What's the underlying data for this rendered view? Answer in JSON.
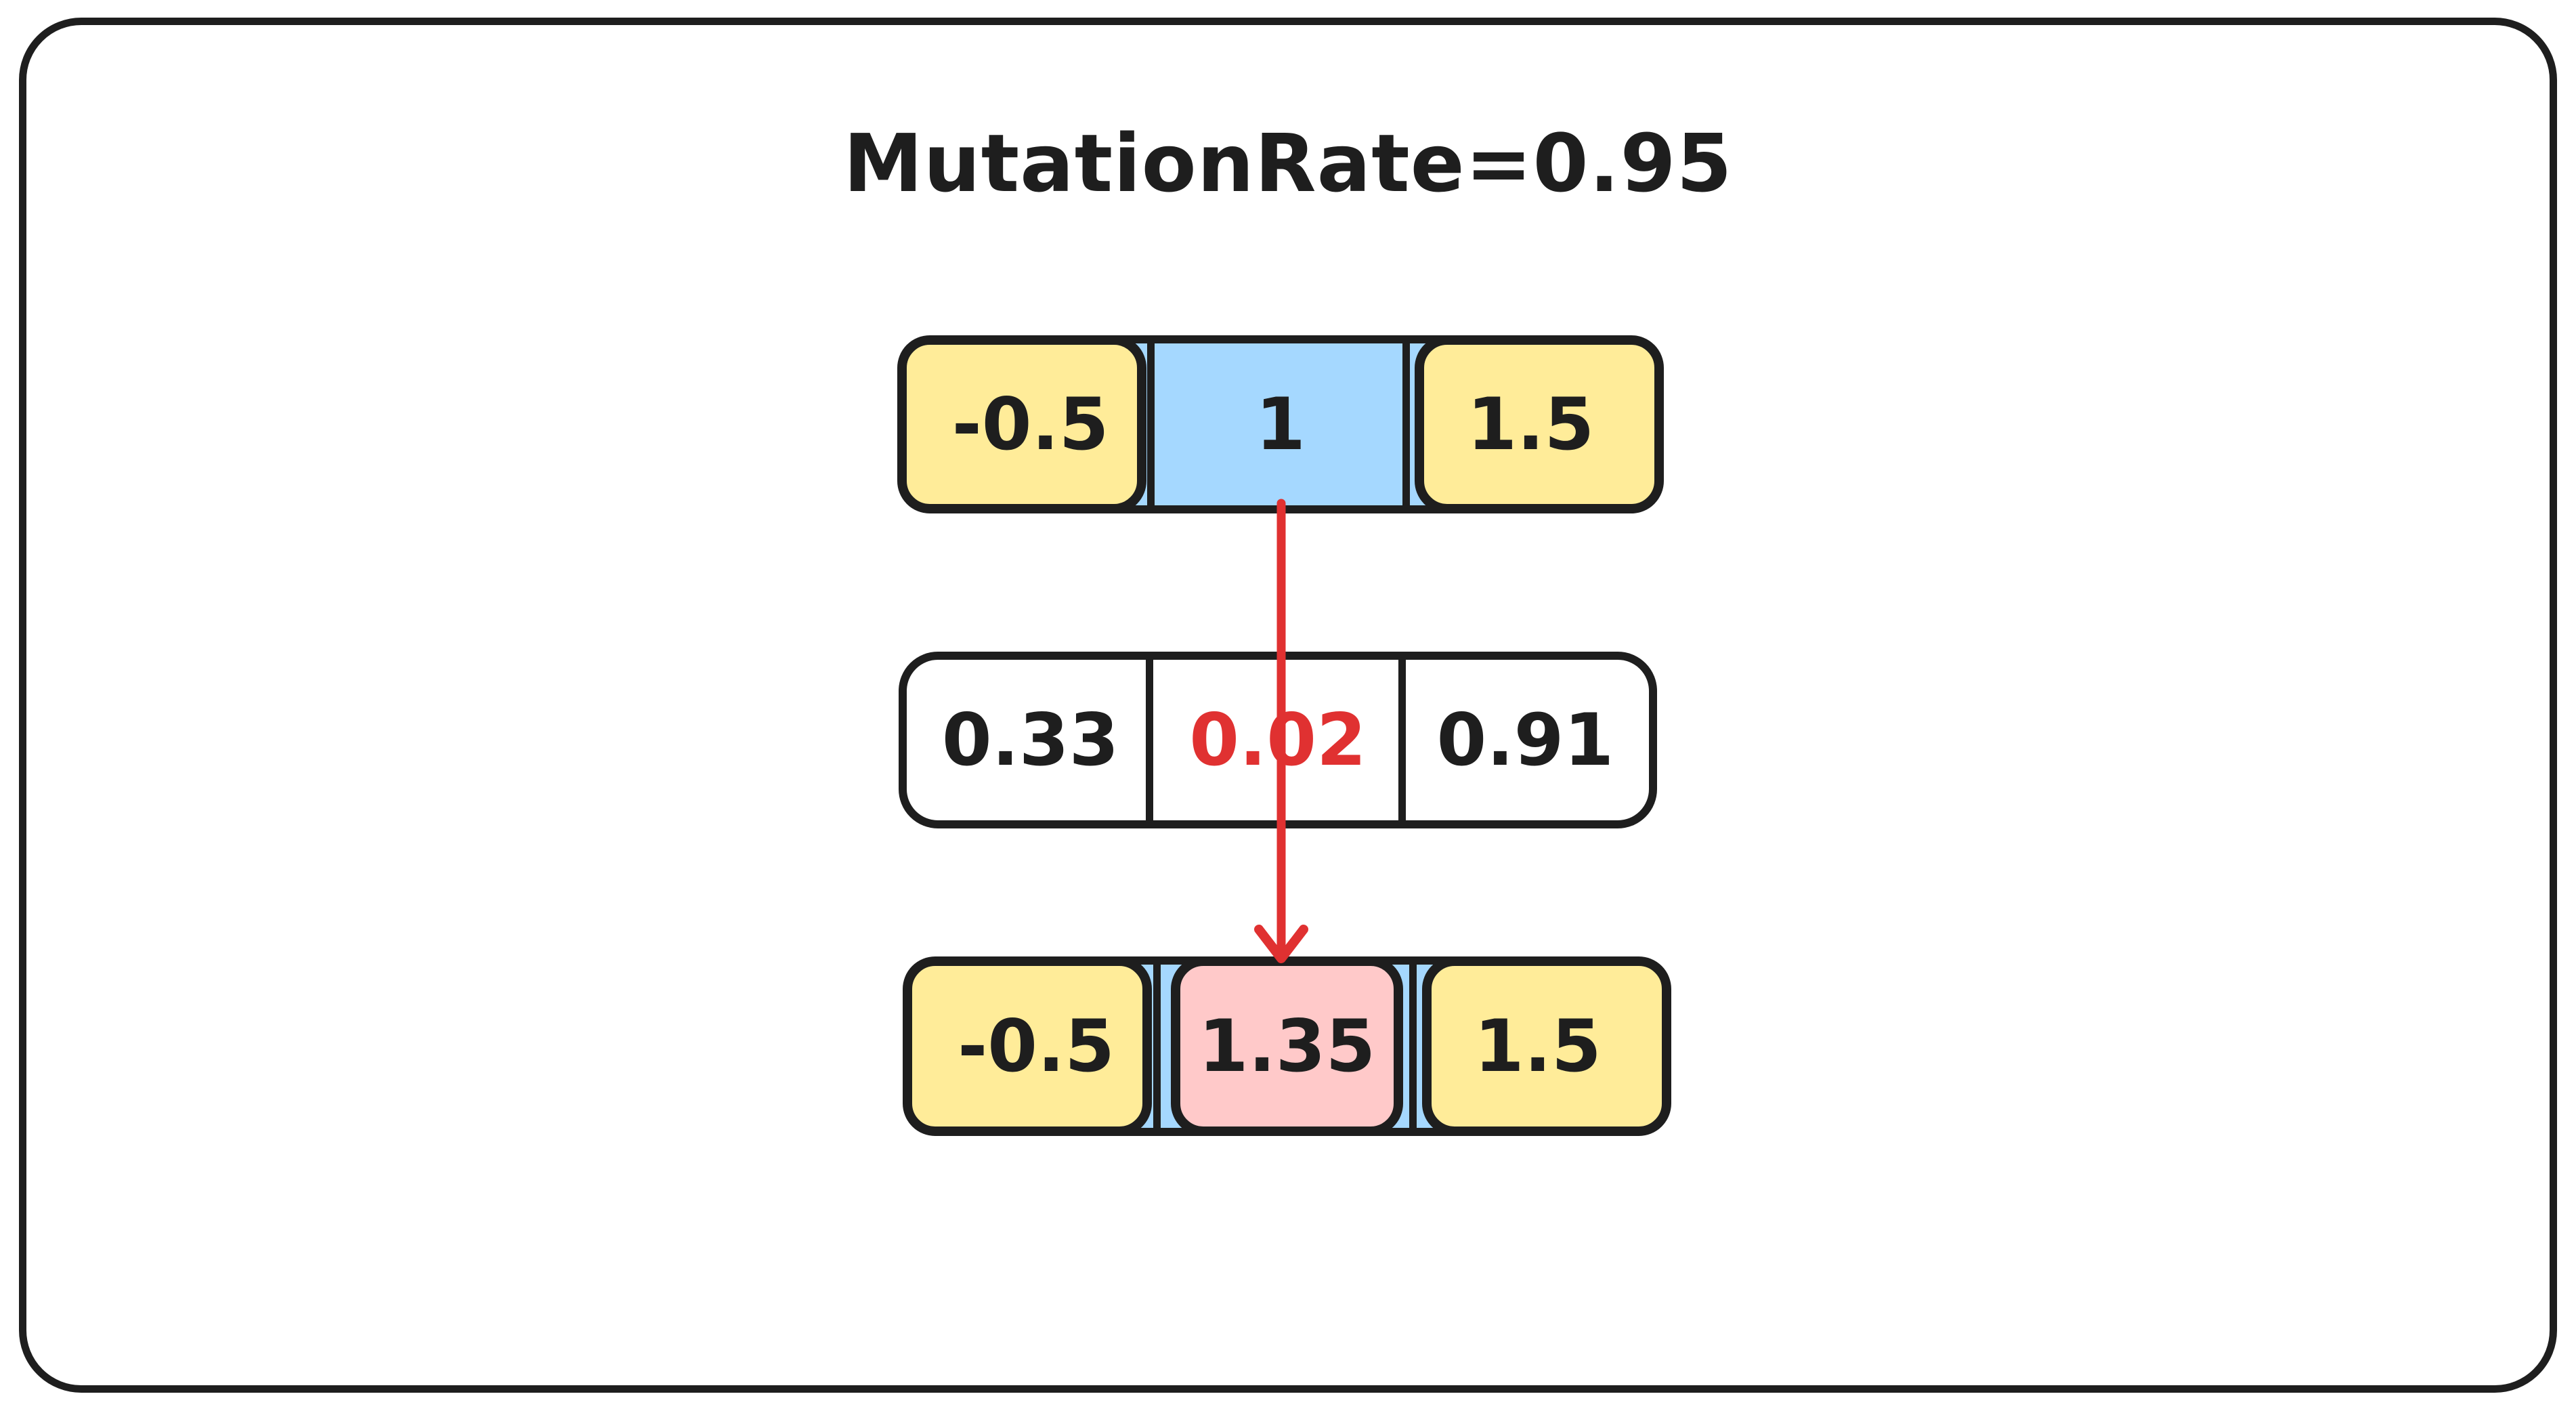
{
  "title": "MutationRate=0.95",
  "colors": {
    "stroke": "#1e1e1e",
    "cell_blue": "#a5d8ff",
    "cell_yellow": "#ffec99",
    "cell_pink": "#ffc9c9",
    "accent_red": "#e03131",
    "background": "#ffffff"
  },
  "rows": {
    "parent": {
      "cells": [
        "-0.5",
        "1",
        "1.5"
      ]
    },
    "random": {
      "cells": [
        "0.33",
        "0.02",
        "0.91"
      ]
    },
    "child": {
      "cells": [
        "-0.5",
        "1.35",
        "1.5"
      ]
    }
  }
}
